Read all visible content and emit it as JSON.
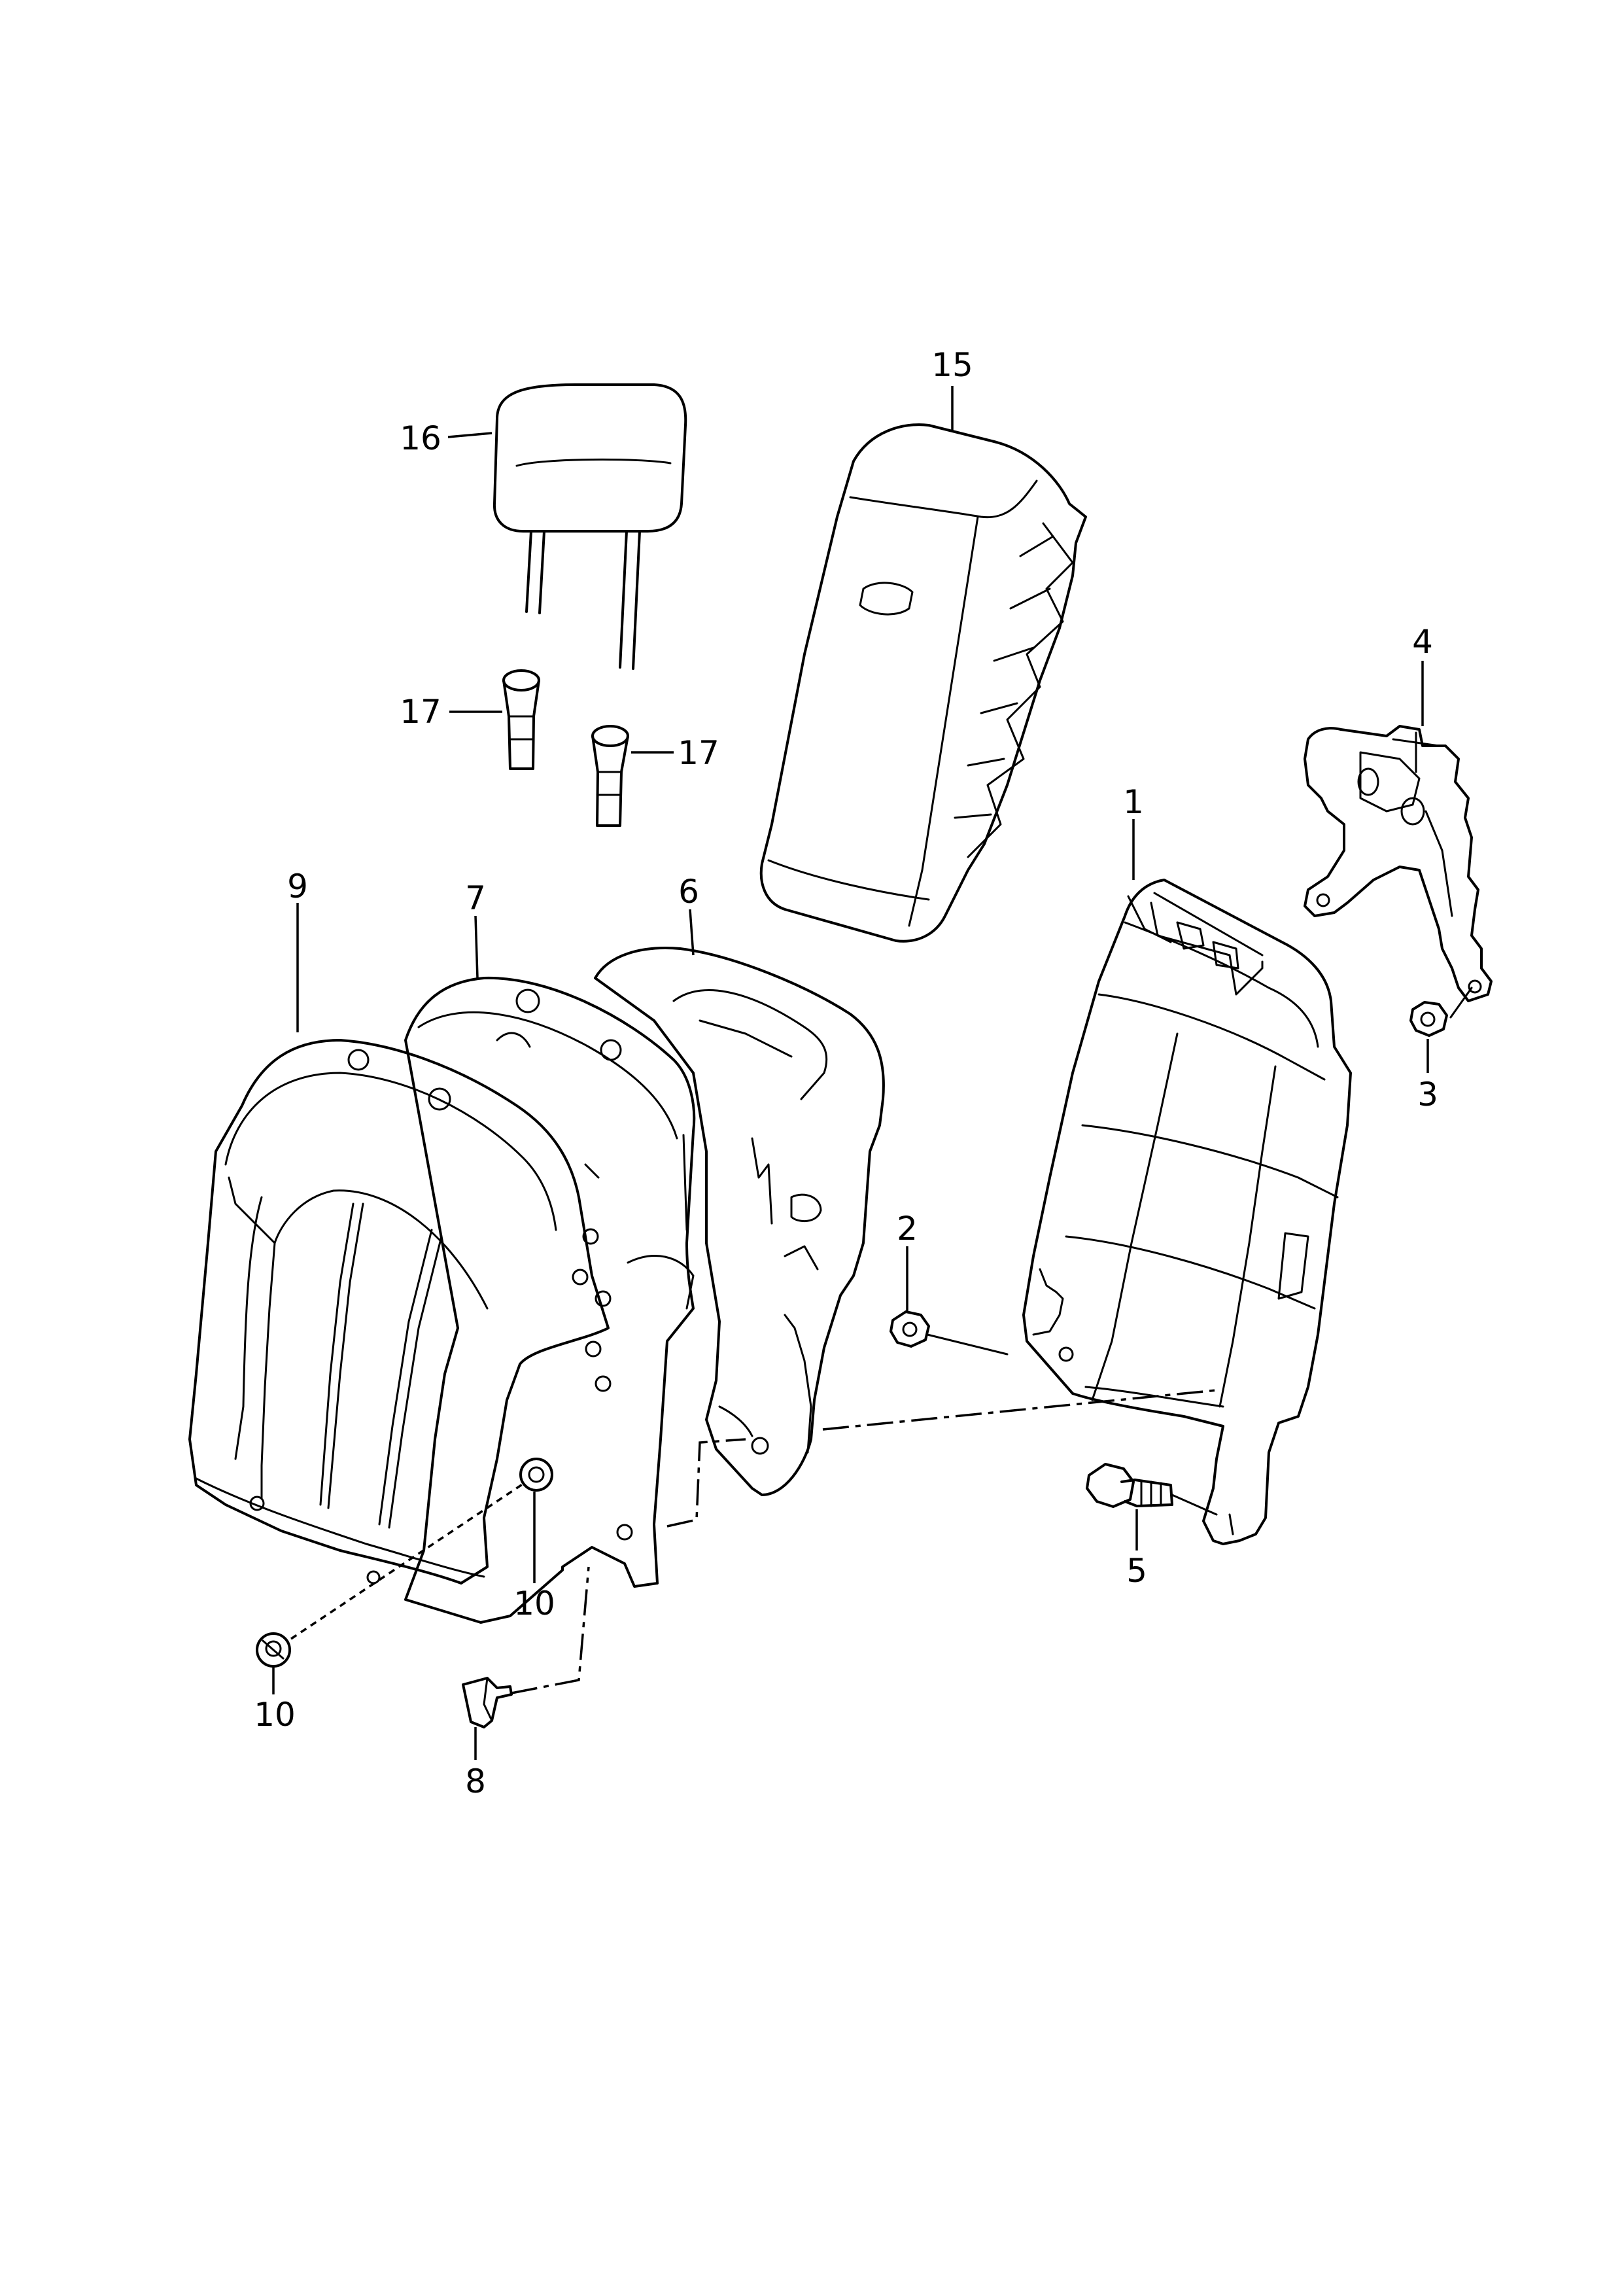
{
  "callouts": [
    {
      "id": "c1",
      "label": "1"
    },
    {
      "id": "c2",
      "label": "2"
    },
    {
      "id": "c3",
      "label": "3"
    },
    {
      "id": "c4",
      "label": "4"
    },
    {
      "id": "c5",
      "label": "5"
    },
    {
      "id": "c6",
      "label": "6"
    },
    {
      "id": "c7",
      "label": "7"
    },
    {
      "id": "c8",
      "label": "8"
    },
    {
      "id": "c9",
      "label": "9"
    },
    {
      "id": "c10a",
      "label": "10"
    },
    {
      "id": "c10b",
      "label": "10"
    },
    {
      "id": "c15",
      "label": "15"
    },
    {
      "id": "c16",
      "label": "16"
    },
    {
      "id": "c17a",
      "label": "17"
    },
    {
      "id": "c17b",
      "label": "17"
    }
  ]
}
